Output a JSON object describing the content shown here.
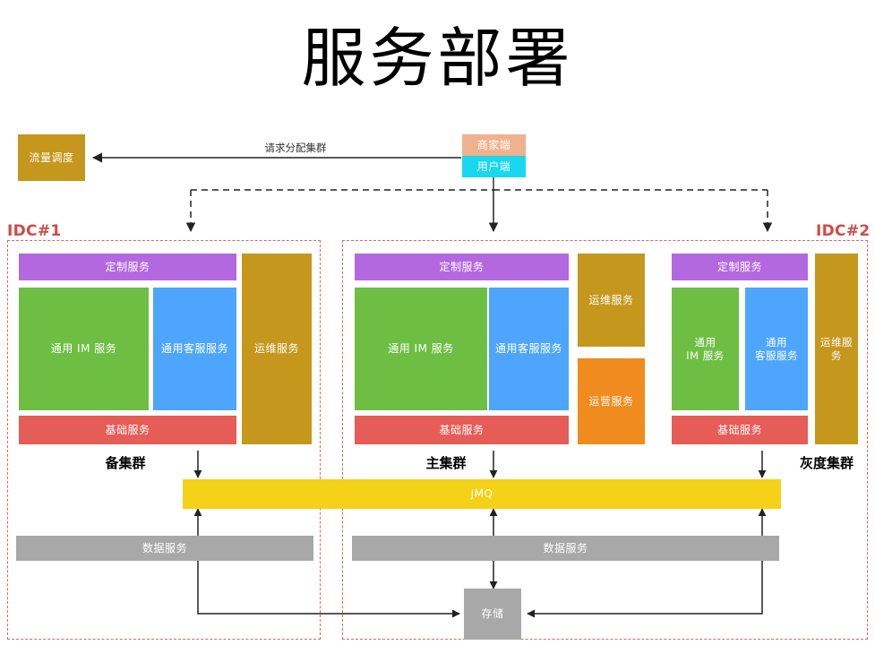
{
  "page": {
    "title": "服务部署"
  },
  "colors": {
    "custom_service": "#b368e0",
    "im_service": "#6ebe44",
    "cs_service": "#4da6fb",
    "base_service": "#e65c56",
    "ops_service": "#c5971c",
    "operation_service": "#f08b1d",
    "jmq": "#f5d117",
    "data_service": "#a8a8a8",
    "storage": "#a8a8a8",
    "merchant_client": "#f0b28e",
    "user_client": "#1ad7f0",
    "idc_border": "#cf6b6b",
    "idc_label": "#cf4b4b"
  },
  "traffic_scheduler": {
    "label": "流量调度"
  },
  "clients": {
    "merchant": "商家端",
    "user": "用户端"
  },
  "edges": {
    "request_dispatch": "请求分配集群"
  },
  "idc": {
    "left_label": "IDC#1",
    "right_label": "IDC#2"
  },
  "clusters": [
    {
      "name": "backup",
      "caption": "备集群",
      "blocks": {
        "custom": "定制服务",
        "im": "通用 IM 服务",
        "cs": "通用客服服务",
        "base": "基础服务",
        "ops": "运维服务"
      }
    },
    {
      "name": "main",
      "caption": "主集群",
      "blocks": {
        "custom": "定制服务",
        "im": "通用 IM 服务",
        "cs": "通用客服服务",
        "base": "基础服务",
        "ops": "运维服务",
        "operation": "运营服务"
      }
    },
    {
      "name": "gray",
      "caption": "灰度集群",
      "blocks": {
        "custom": "定制服务",
        "im": "通用\nIM 服务",
        "im_line1": "通用",
        "im_line2": "IM 服务",
        "cs_line1": "通用",
        "cs_line2": "客服服务",
        "base": "基础服务",
        "ops_line1": "运维服",
        "ops_line2": "务"
      }
    }
  ],
  "middleware": {
    "jmq": "JMQ"
  },
  "data_layer": {
    "left_data_service": "数据服务",
    "right_data_service": "数据服务",
    "storage": "存储"
  }
}
